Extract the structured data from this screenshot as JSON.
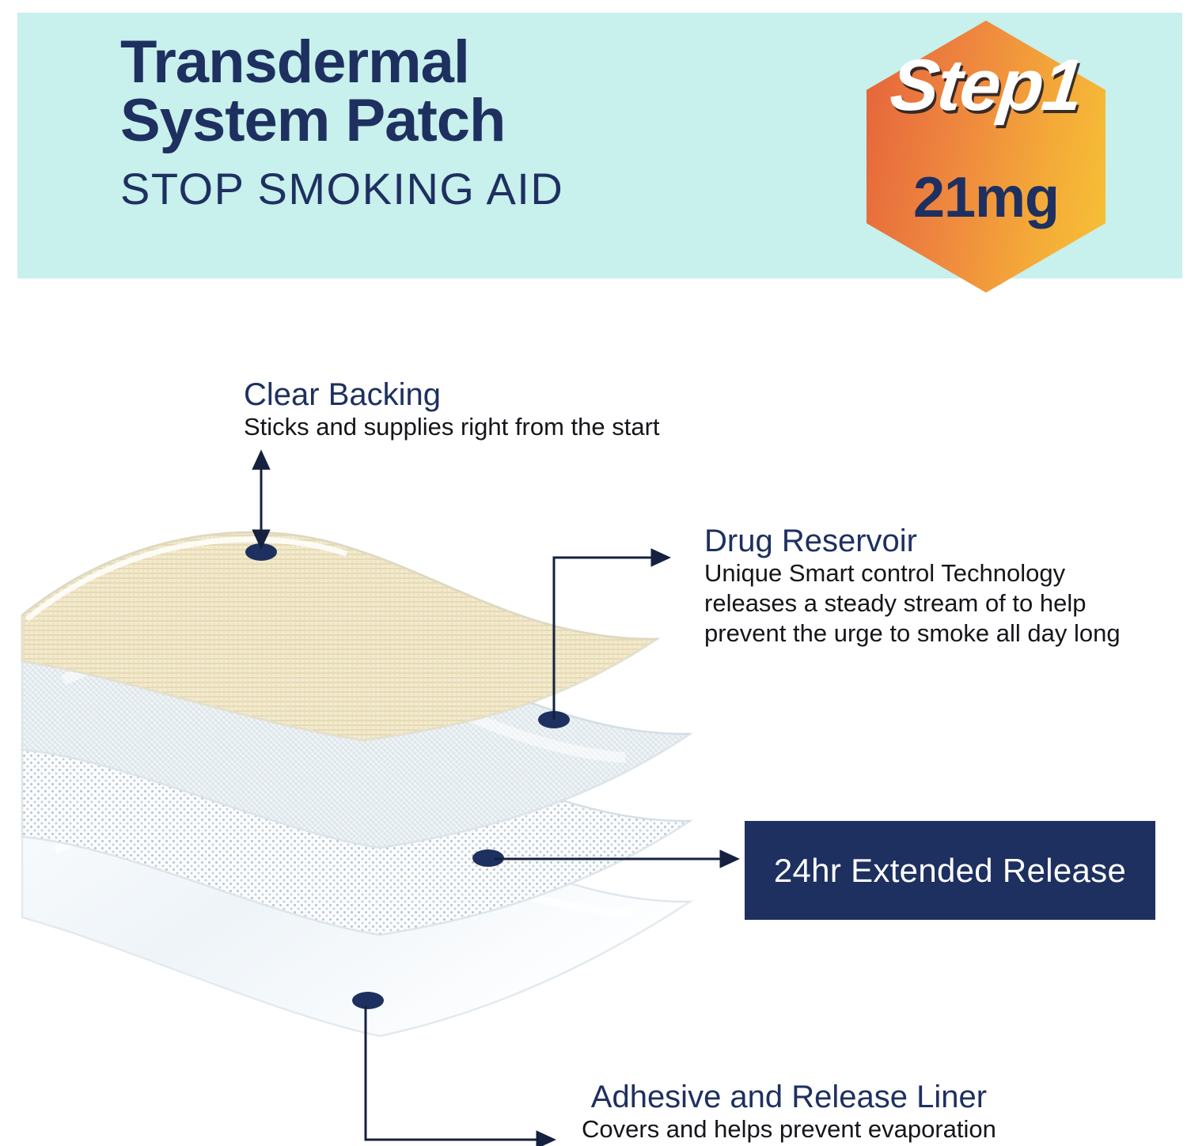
{
  "header": {
    "title_line1": "Transdermal",
    "title_line2": "System Patch",
    "subtitle": "STOP SMOKING AID",
    "background_color": "#c8f0ec",
    "text_color": "#1e3060"
  },
  "badge": {
    "step_label": "Step1",
    "dose_label": "21mg",
    "shape": "hexagon",
    "gradient_from": "#e5633c",
    "gradient_to": "#f7c236",
    "step_text_color": "#ffffff",
    "dose_text_color": "#1e3060"
  },
  "callouts": {
    "clear_backing": {
      "title": "Clear Backing",
      "body": "Sticks and supplies right from the start"
    },
    "drug_reservoir": {
      "title": "Drug Reservoir",
      "body_line1": "Unique Smart control Technology",
      "body_line2": "releases a steady stream of to help",
      "body_line3": "prevent the urge to smoke all day long"
    },
    "extended_release": {
      "label": "24hr Extended Release",
      "box_color": "#1e3060",
      "text_color": "#ffffff"
    },
    "adhesive_liner": {
      "title": "Adhesive and Release Liner",
      "body": "Covers and helps prevent evaporation"
    }
  },
  "diagram": {
    "layers": [
      {
        "name": "clear-backing-layer",
        "fill": "#f2e9bd",
        "label": "Clear Backing"
      },
      {
        "name": "drug-reservoir-layer",
        "fill": "#eef2f4",
        "label": "Drug Reservoir"
      },
      {
        "name": "extended-release-layer",
        "fill": "#f6f8f9",
        "label": "24hr Extended Release"
      },
      {
        "name": "adhesive-liner-layer",
        "fill": "#fafcfd",
        "label": "Adhesive and Release Liner"
      }
    ],
    "marker_color": "#1e3060",
    "leader_color": "#15213f"
  }
}
